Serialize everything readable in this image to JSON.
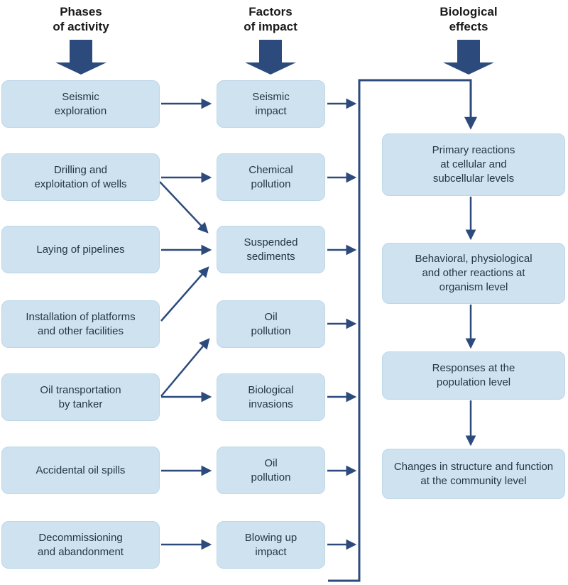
{
  "headers": {
    "phases": "Phases\nof activity",
    "factors": "Factors\nof impact",
    "effects": "Biological\neffects"
  },
  "phases": [
    "Seismic\nexploration",
    "Drilling and\nexploitation of wells",
    "Laying of pipelines",
    "Installation of platforms\nand other facilities",
    "Oil transportation\nby tanker",
    "Accidental oil spills",
    "Decommissioning\nand abandonment"
  ],
  "factors": [
    "Seismic\nimpact",
    "Chemical\npollution",
    "Suspended\nsediments",
    "Oil\npollution",
    "Biological\ninvasions",
    "Oil\npollution",
    "Blowing up\nimpact"
  ],
  "effects": [
    "Primary reactions\nat cellular and\nsubcellular levels",
    "Behavioral, physiological\nand other reactions at\norganism level",
    "Responses at the\npopulation level",
    "Changes in structure and function\nat the community level"
  ],
  "connections": {
    "phase_to_factor": [
      {
        "from": "Seismic exploration",
        "to": "Seismic impact"
      },
      {
        "from": "Drilling and exploitation of wells",
        "to": "Chemical pollution"
      },
      {
        "from": "Drilling and exploitation of wells",
        "to": "Suspended sediments"
      },
      {
        "from": "Laying of pipelines",
        "to": "Suspended sediments"
      },
      {
        "from": "Installation of platforms and other facilities",
        "to": "Suspended sediments"
      },
      {
        "from": "Oil transportation by tanker",
        "to": "Oil pollution"
      },
      {
        "from": "Oil transportation by tanker",
        "to": "Biological invasions"
      },
      {
        "from": "Accidental oil spills",
        "to": "Oil pollution"
      },
      {
        "from": "Decommissioning and abandonment",
        "to": "Blowing up impact"
      }
    ],
    "factor_to_effect": "All factors of impact feed a shared collector line leading into the biological effects chain",
    "effect_chain": [
      "Primary reactions at cellular and subcellular levels",
      "Behavioral, physiological and other reactions at organism level",
      "Responses at the population level",
      "Changes in structure and function at the community level"
    ]
  },
  "colors": {
    "background": "#ffffff",
    "box_fill": "#cfe2ef",
    "box_border": "#bed7e8",
    "box_text": "#253746",
    "arrow": "#2c4b7c",
    "header_text": "#1a1a1a"
  }
}
